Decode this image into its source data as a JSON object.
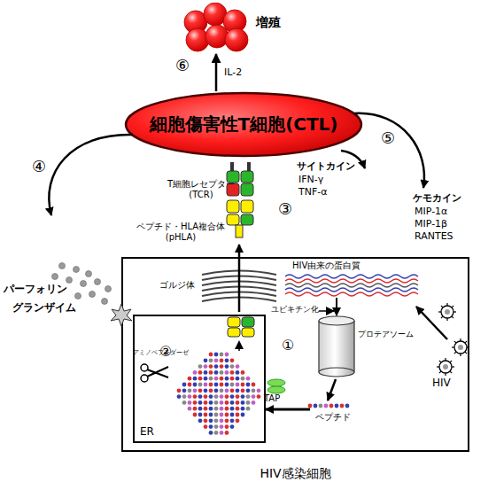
{
  "diagram": {
    "nodes": [
      {
        "text": [
          "増殖"
        ]
      },
      {
        "text": [
          "細胞傷害性T細胞(CTL)"
        ]
      },
      {
        "text": [
          "HIV感染細胞"
        ]
      },
      {
        "text": [
          "ER"
        ],
        "in": 2
      }
    ],
    "edges": [
      {
        "from": 1,
        "to": 0,
        "label": "IL-2",
        "arrow": "to"
      }
    ],
    "labels": [
      "⑥",
      "④",
      "⑤",
      "③",
      "T細胞レセプター (TCR)",
      "ペプチド・HLA複合体 (pHLA)",
      "サイトカイン",
      "IFN-γ",
      "TNF-α",
      "ケモカイン",
      "MIP-1α",
      "MIP-1β",
      "RANTES",
      "パーフォリン",
      "グランザイム",
      "ゴルジ体",
      "HIV由来の蛋白質",
      "ユビキチン化",
      "プロテアソーム",
      "ペプチド",
      "TAP",
      "アミノペプチダーゼ",
      "①",
      "②",
      "HIV"
    ]
  }
}
